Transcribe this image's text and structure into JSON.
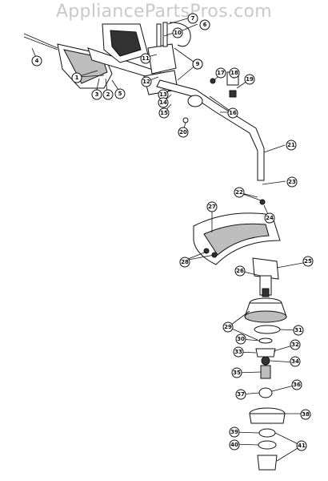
{
  "watermark": "AppliancePartsPros.com",
  "callouts": [
    "1",
    "2",
    "3",
    "4",
    "5",
    "6",
    "7",
    "8",
    "9",
    "10",
    "11",
    "12",
    "13",
    "14",
    "15",
    "16",
    "17",
    "18",
    "19",
    "20",
    "21",
    "22",
    "23",
    "24",
    "25",
    "26",
    "27",
    "28",
    "29",
    "30",
    "31",
    "32",
    "33",
    "34",
    "35",
    "36",
    "37",
    "38",
    "39",
    "40",
    "41"
  ],
  "colors": {
    "ink": "#111111",
    "watermark": "#c9c9c9",
    "shading": "#bdbdbd"
  }
}
